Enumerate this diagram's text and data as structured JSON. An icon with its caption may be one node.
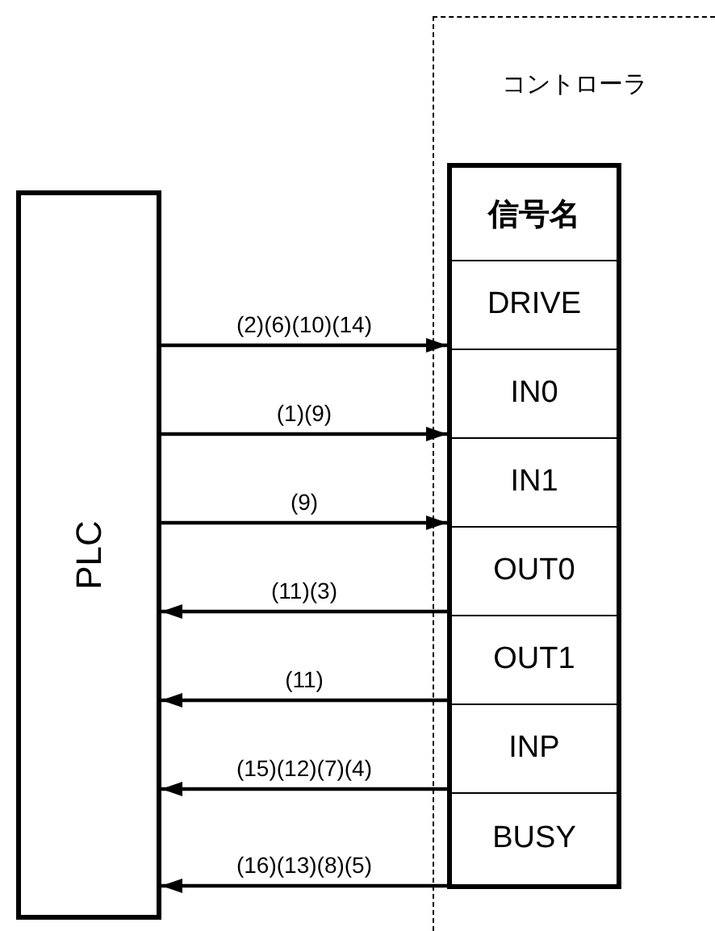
{
  "diagram": {
    "nodes": [
      {
        "text": [
          "PLC"
        ]
      },
      {
        "text": [
          "コントローラ"
        ]
      },
      {
        "text": [
          "信号名"
        ],
        "in": 1
      },
      {
        "text": [
          "DRIVE"
        ],
        "in": 1
      },
      {
        "text": [
          "IN0"
        ],
        "in": 1
      },
      {
        "text": [
          "IN1"
        ],
        "in": 1
      },
      {
        "text": [
          "OUT0"
        ],
        "in": 1
      },
      {
        "text": [
          "OUT1"
        ],
        "in": 1
      },
      {
        "text": [
          "INP"
        ],
        "in": 1
      },
      {
        "text": [
          "BUSY"
        ],
        "in": 1
      }
    ],
    "edges": [
      {
        "from": 0,
        "to": 3,
        "arrow": "to",
        "label": "(2)(6)(10)(14)"
      },
      {
        "from": 0,
        "to": 4,
        "arrow": "to",
        "label": "(1)(9)"
      },
      {
        "from": 0,
        "to": 5,
        "arrow": "to",
        "label": "(9)"
      },
      {
        "from": 6,
        "to": 0,
        "arrow": "to",
        "label": "(11)(3)"
      },
      {
        "from": 7,
        "to": 0,
        "arrow": "to",
        "label": "(11)"
      },
      {
        "from": 8,
        "to": 0,
        "arrow": "to",
        "label": "(15)(12)(7)(4)"
      },
      {
        "from": 9,
        "to": 0,
        "arrow": "to",
        "label": "(16)(13)(8)(5)"
      }
    ]
  }
}
